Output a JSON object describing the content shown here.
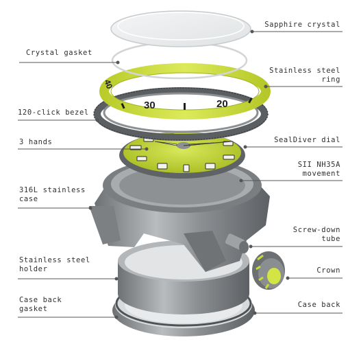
{
  "diagram": {
    "parts_left": [
      {
        "id": "crystal-gasket",
        "lines": [
          "Crystal gasket"
        ]
      },
      {
        "id": "bezel",
        "lines": [
          "120-click bezel"
        ]
      },
      {
        "id": "hands",
        "lines": [
          "3 hands"
        ]
      },
      {
        "id": "case",
        "lines": [
          "316L stainless",
          "case"
        ]
      },
      {
        "id": "holder",
        "lines": [
          "Stainless steel",
          "holder"
        ]
      },
      {
        "id": "caseback-gasket",
        "lines": [
          "Case back",
          "gasket"
        ]
      }
    ],
    "parts_right": [
      {
        "id": "sapphire-crystal",
        "lines": [
          "Sapphire crystal"
        ]
      },
      {
        "id": "steel-ring",
        "lines": [
          "Stainless steel",
          "ring"
        ]
      },
      {
        "id": "dial",
        "lines": [
          "SealDiver dial"
        ]
      },
      {
        "id": "movement",
        "lines": [
          "SII NH35A",
          "movement"
        ]
      },
      {
        "id": "tube",
        "lines": [
          "Screw-down",
          "tube"
        ]
      },
      {
        "id": "crown",
        "lines": [
          "Crown"
        ]
      },
      {
        "id": "case-back",
        "lines": [
          "Case back"
        ]
      }
    ],
    "ring_numerals": [
      "30",
      "20",
      "40"
    ],
    "colors": {
      "accent_lime": "#c8dc3a",
      "lume": "#e6f08c",
      "steel_dark": "#5f6366",
      "steel_mid": "#8a8d90",
      "steel_light": "#c7c9cb",
      "leader": "#555555"
    }
  }
}
